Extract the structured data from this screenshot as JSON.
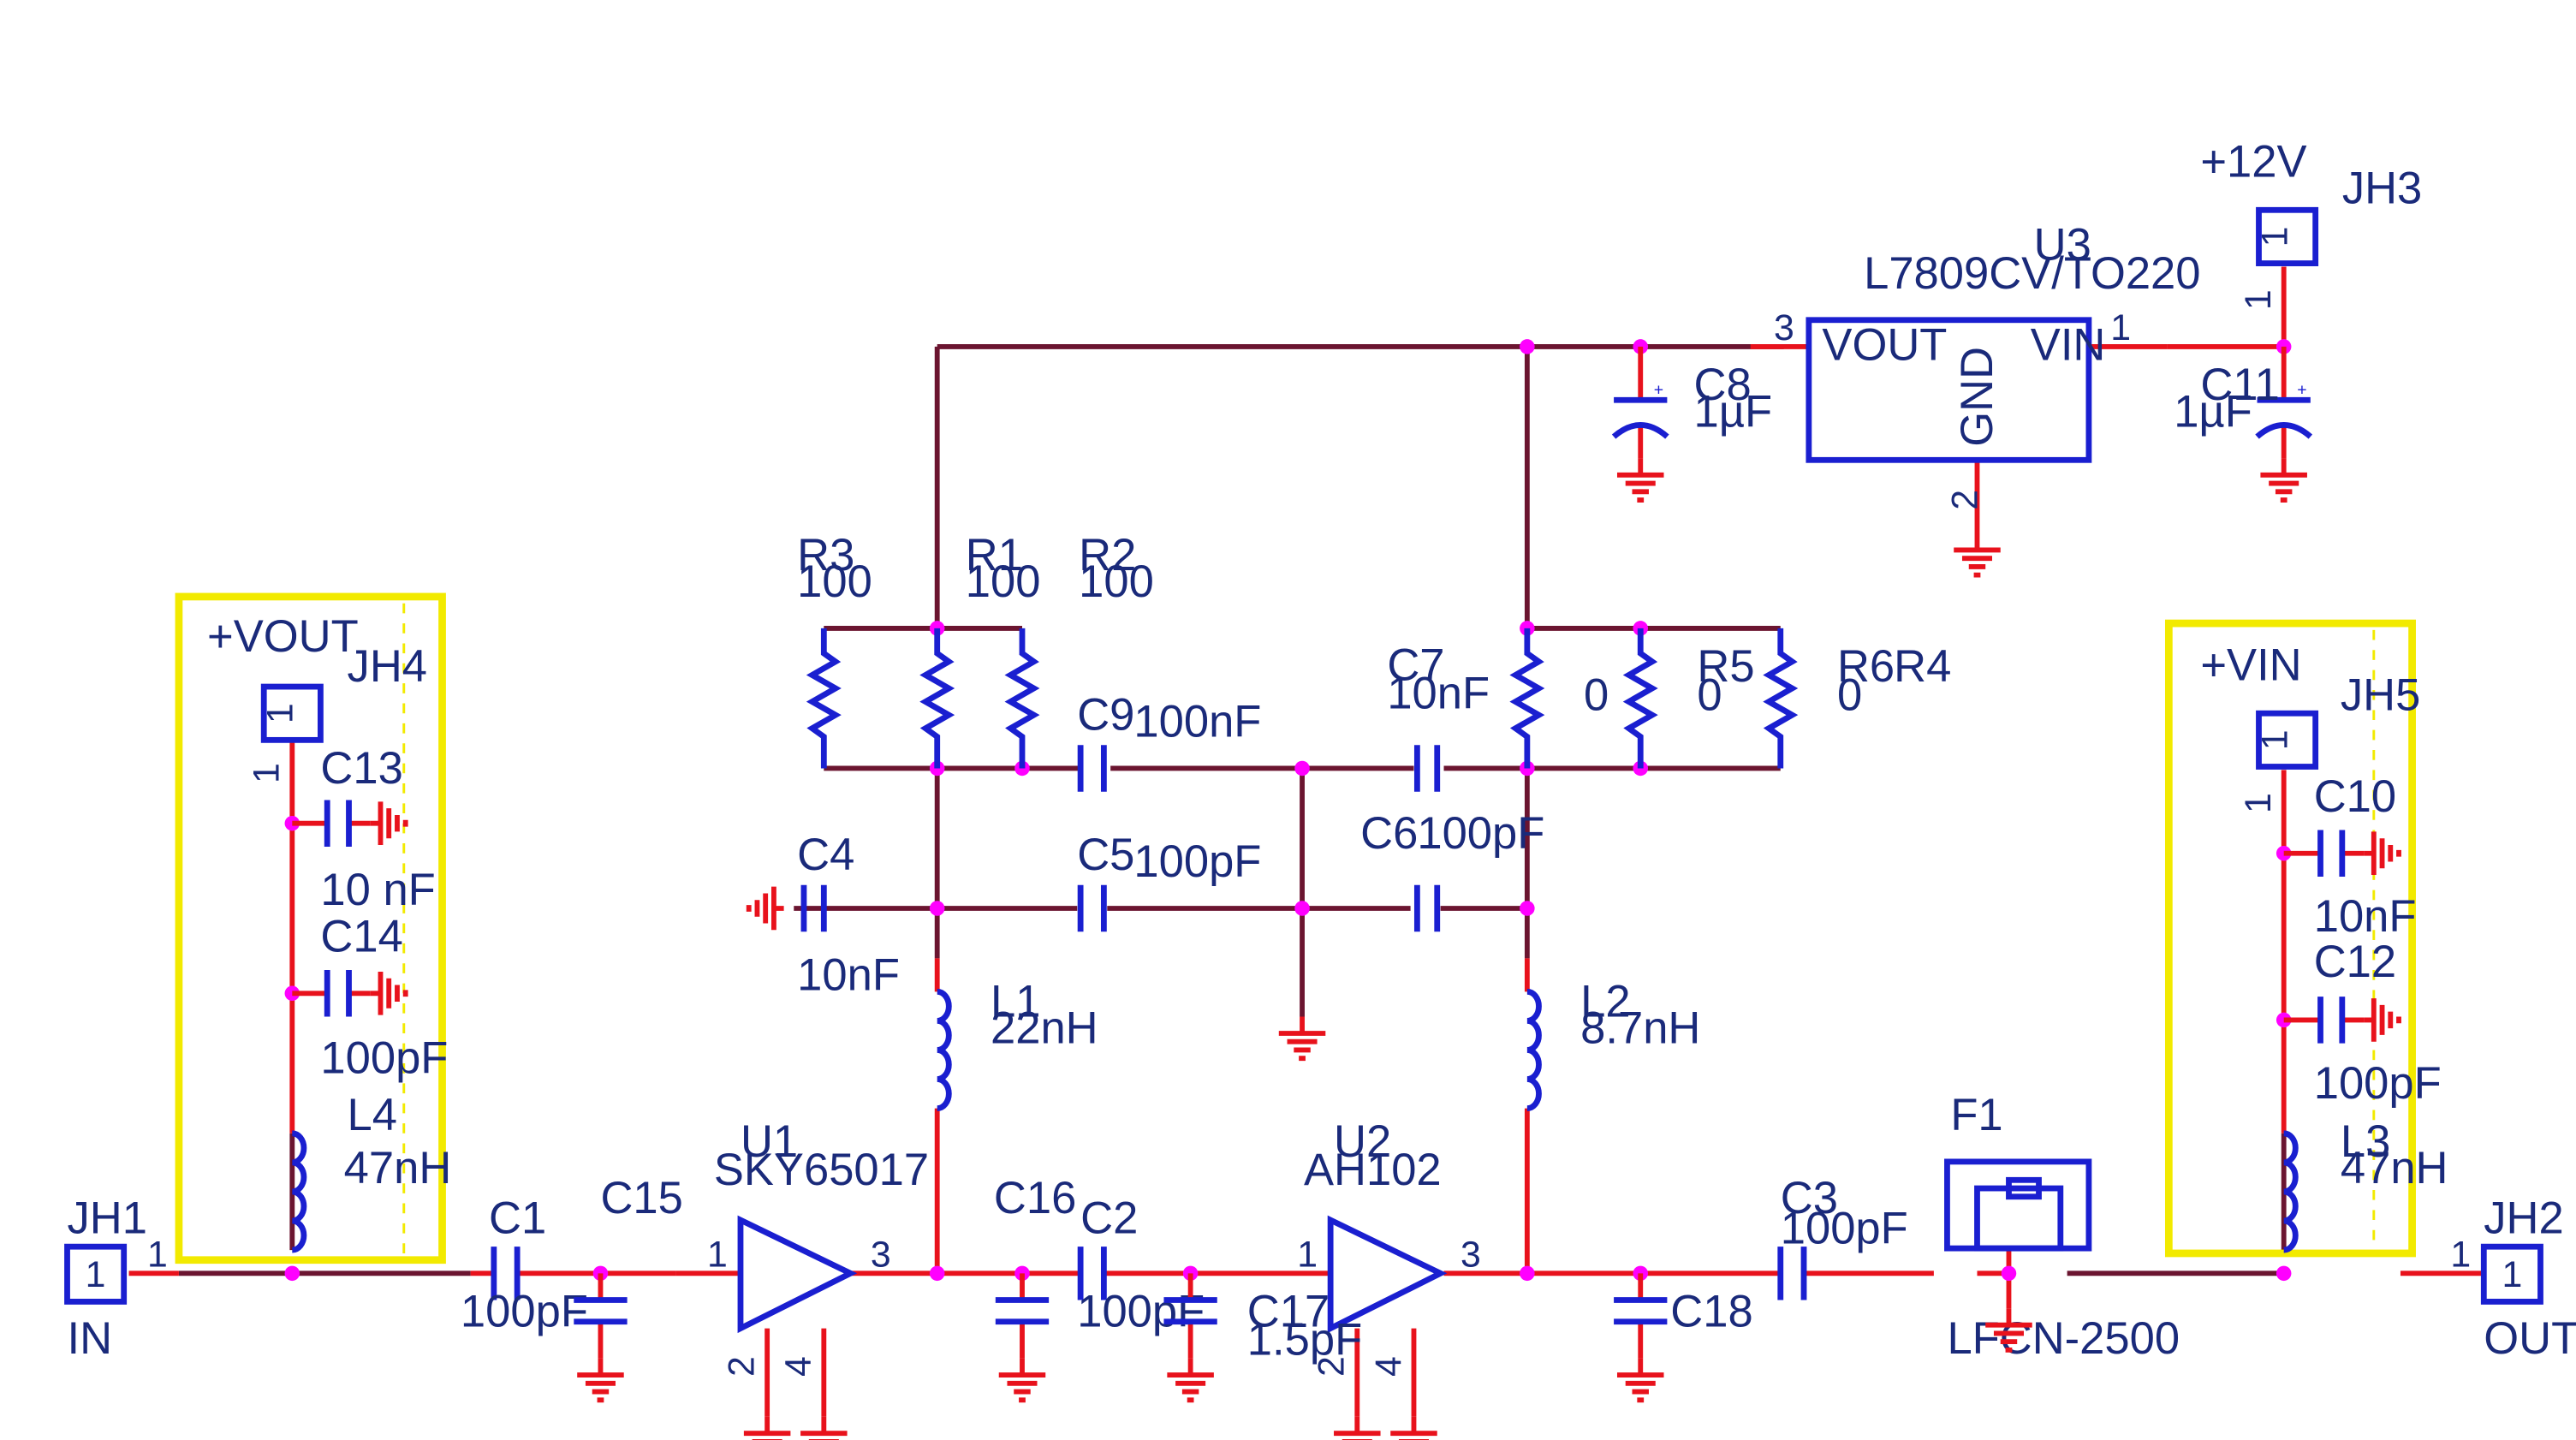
{
  "connectors": {
    "jh1": {
      "ref": "JH1",
      "pin": "1",
      "label": "IN"
    },
    "jh2": {
      "ref": "JH2",
      "pin": "1",
      "label": "OUT"
    },
    "jh3": {
      "ref": "JH3",
      "pin": "1",
      "label": "+12V"
    },
    "jh4": {
      "ref": "JH4",
      "pin": "1",
      "label": "+VOUT"
    },
    "jh5": {
      "ref": "JH5",
      "pin": "1",
      "label": "+VIN"
    }
  },
  "parts": {
    "u1": {
      "ref": "U1",
      "value": "SKY65017",
      "pins": [
        "1",
        "3",
        "2",
        "4"
      ]
    },
    "u2": {
      "ref": "U2",
      "value": "AH102",
      "pins": [
        "1",
        "3",
        "2",
        "4"
      ]
    },
    "u3": {
      "ref": "U3",
      "value": "L7809CV/TO220",
      "vout": "VOUT",
      "vin": "VIN",
      "gnd": "GND",
      "pins": [
        "3",
        "1",
        "2"
      ]
    },
    "f1": {
      "ref": "F1",
      "value": "LFCN-2500"
    },
    "c1": {
      "ref": "C1",
      "value": "100pF"
    },
    "c2": {
      "ref": "C2",
      "value": "100pF"
    },
    "c3": {
      "ref": "C3",
      "value": "100pF"
    },
    "c4": {
      "ref": "C4",
      "value": "10nF"
    },
    "c5": {
      "ref": "C5",
      "value": "100pF"
    },
    "c6": {
      "ref": "C6",
      "value": "100pF"
    },
    "c7": {
      "ref": "C7",
      "value": "10nF"
    },
    "c8": {
      "ref": "C8",
      "value": "1µF"
    },
    "c9": {
      "ref": "C9",
      "value": "100nF"
    },
    "c10": {
      "ref": "C10",
      "value": "10nF"
    },
    "c11": {
      "ref": "C11",
      "value": "1µF"
    },
    "c12": {
      "ref": "C12",
      "value": "100pF"
    },
    "c13": {
      "ref": "C13",
      "value": "10 nF"
    },
    "c14": {
      "ref": "C14",
      "value": "100pF"
    },
    "c15": {
      "ref": "C15"
    },
    "c16": {
      "ref": "C16"
    },
    "c17": {
      "ref": "C17",
      "value": "1.5pF"
    },
    "c18": {
      "ref": "C18"
    },
    "r1": {
      "ref": "R1",
      "value": "100"
    },
    "r2": {
      "ref": "R2",
      "value": "100"
    },
    "r3": {
      "ref": "R3",
      "value": "100"
    },
    "r4": {
      "ref": "R4",
      "value": "0"
    },
    "r5": {
      "ref": "R5",
      "value": "0"
    },
    "r6": {
      "ref": "R6",
      "value": "0"
    },
    "l1": {
      "ref": "L1",
      "value": "22nH"
    },
    "l2": {
      "ref": "L2",
      "value": "8.7nH"
    },
    "l3": {
      "ref": "L3",
      "value": "47nH"
    },
    "l4": {
      "ref": "L4",
      "value": "47nH"
    }
  },
  "colors": {
    "wire": "#6b1530",
    "pin": "#e8121c",
    "symbol": "#1a1fd0",
    "junction": "#ff00ff",
    "highlight_box": "#f2ea00",
    "text": "#1a2a7a"
  }
}
